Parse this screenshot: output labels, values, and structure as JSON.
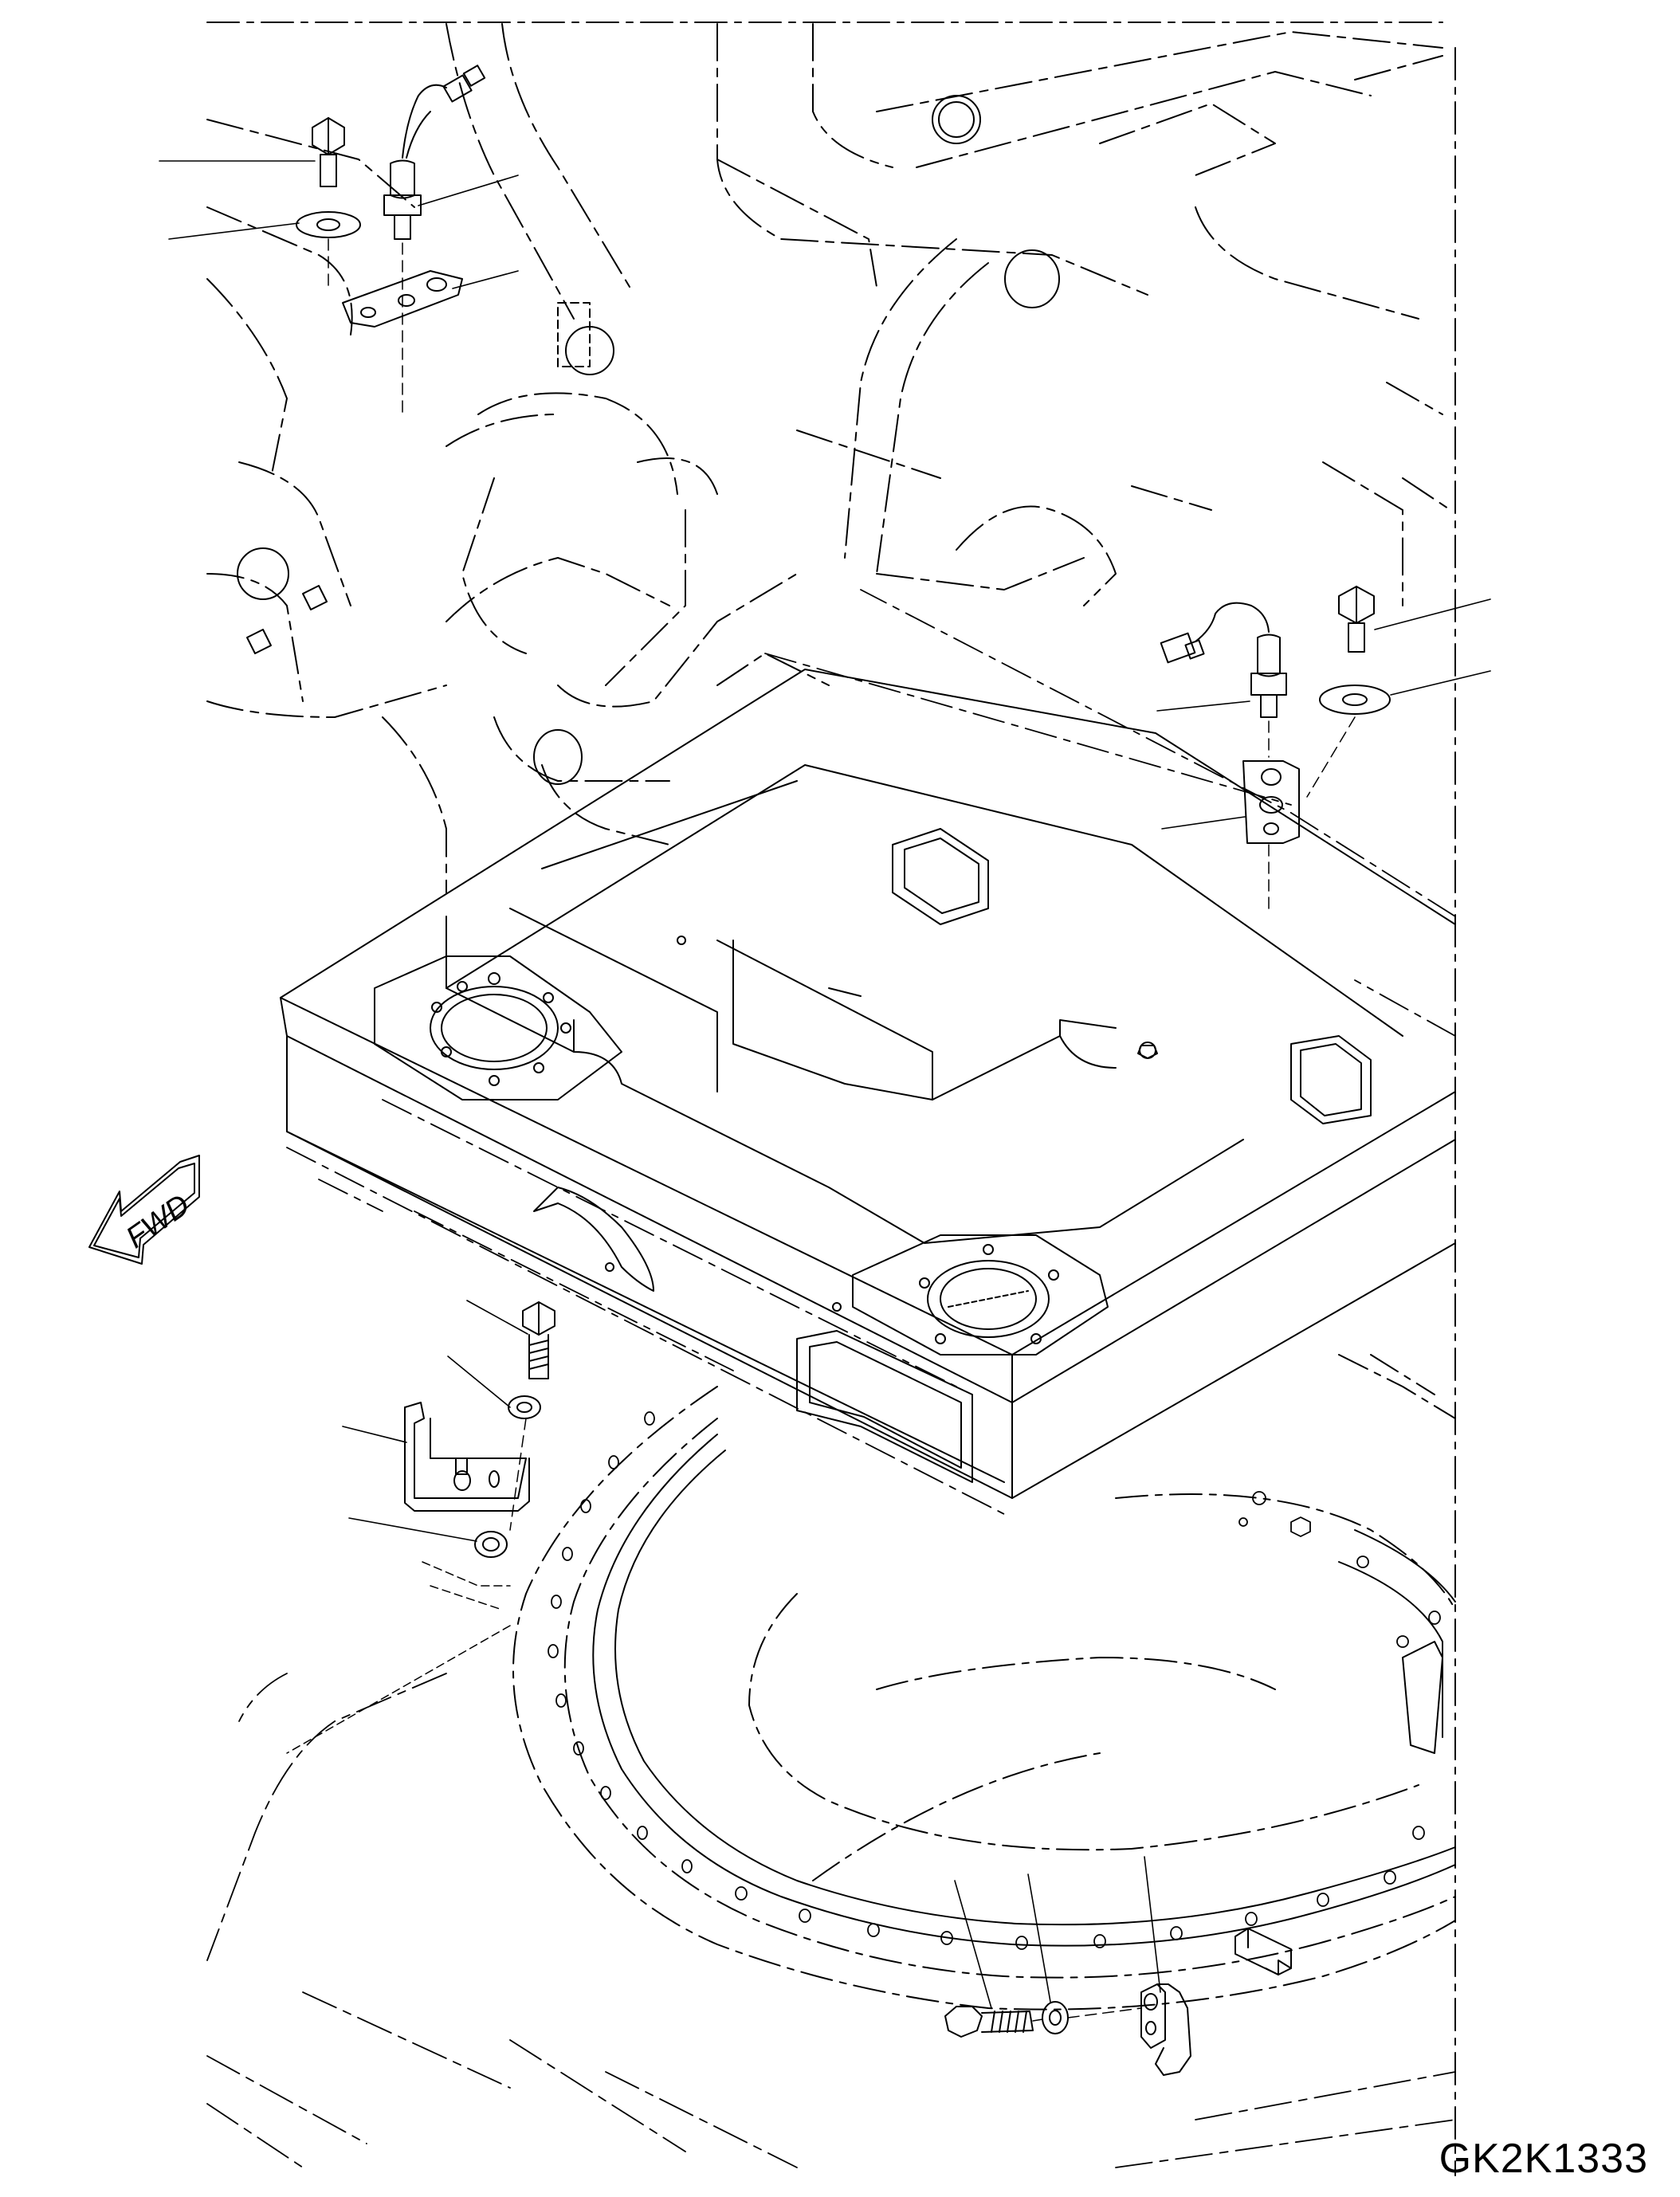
{
  "drawing": {
    "part_code": "GK2K1333",
    "direction_arrow_label": "FWD",
    "callouts": [
      {
        "id": "bolt-left"
      },
      {
        "id": "washer-left"
      },
      {
        "id": "sensor-left"
      },
      {
        "id": "bracket-left"
      },
      {
        "id": "bolt-right"
      },
      {
        "id": "washer-right"
      },
      {
        "id": "sensor-right"
      },
      {
        "id": "bracket-right"
      },
      {
        "id": "bolt-lower"
      },
      {
        "id": "washer-lower"
      },
      {
        "id": "plate-lower"
      },
      {
        "id": "spacer-lower"
      },
      {
        "id": "bolt-bottom"
      },
      {
        "id": "washer-bottom"
      },
      {
        "id": "bracket-bottom"
      }
    ]
  }
}
